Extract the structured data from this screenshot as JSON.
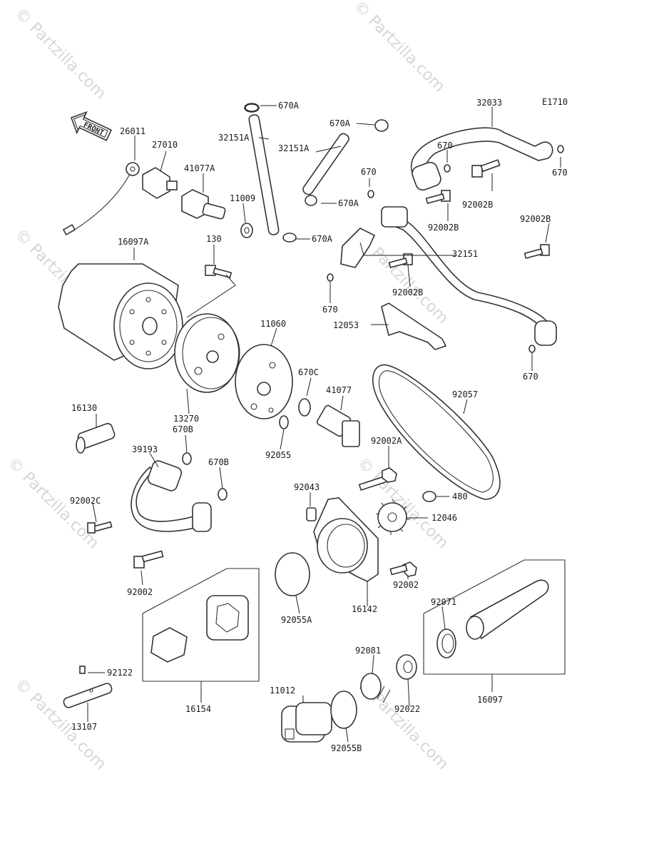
{
  "diagram_code": "E1710",
  "front_arrow_label": "FRONT",
  "watermarks": [
    "© Partzilla.com",
    "© Partzilla.com",
    "© Partzilla.com",
    "© Partzilla.com",
    "© Partzilla.com",
    "© Partzilla.com",
    "© Partzilla.com",
    "© Partzilla.com"
  ],
  "parts": [
    {
      "id": "26011",
      "label": "26011"
    },
    {
      "id": "27010",
      "label": "27010"
    },
    {
      "id": "41077A",
      "label": "41077A"
    },
    {
      "id": "11009",
      "label": "11009"
    },
    {
      "id": "16097A",
      "label": "16097A"
    },
    {
      "id": "130",
      "label": "130"
    },
    {
      "id": "32151A_1",
      "label": "32151A"
    },
    {
      "id": "670A_1",
      "label": "670A"
    },
    {
      "id": "670A_2",
      "label": "670A"
    },
    {
      "id": "32151A_2",
      "label": "32151A"
    },
    {
      "id": "670A_3",
      "label": "670A"
    },
    {
      "id": "670A_4",
      "label": "670A"
    },
    {
      "id": "670_1",
      "label": "670"
    },
    {
      "id": "32033",
      "label": "32033"
    },
    {
      "id": "670_2",
      "label": "670"
    },
    {
      "id": "670_3",
      "label": "670"
    },
    {
      "id": "92002B_1",
      "label": "92002B"
    },
    {
      "id": "92002B_2",
      "label": "92002B"
    },
    {
      "id": "92002B_3",
      "label": "92002B"
    },
    {
      "id": "32151",
      "label": "32151"
    },
    {
      "id": "92002B_4",
      "label": "92002B"
    },
    {
      "id": "670_4",
      "label": "670"
    },
    {
      "id": "12053",
      "label": "12053"
    },
    {
      "id": "670_5",
      "label": "670"
    },
    {
      "id": "11060",
      "label": "11060"
    },
    {
      "id": "13270",
      "label": "13270"
    },
    {
      "id": "670C",
      "label": "670C"
    },
    {
      "id": "41077",
      "label": "41077"
    },
    {
      "id": "92057",
      "label": "92057"
    },
    {
      "id": "16130",
      "label": "16130"
    },
    {
      "id": "670B_1",
      "label": "670B"
    },
    {
      "id": "39193",
      "label": "39193"
    },
    {
      "id": "670B_2",
      "label": "670B"
    },
    {
      "id": "92055",
      "label": "92055"
    },
    {
      "id": "92002A",
      "label": "92002A"
    },
    {
      "id": "92043",
      "label": "92043"
    },
    {
      "id": "480",
      "label": "480"
    },
    {
      "id": "12046",
      "label": "12046"
    },
    {
      "id": "92002C",
      "label": "92002C"
    },
    {
      "id": "92002_1",
      "label": "92002"
    },
    {
      "id": "92002_2",
      "label": "92002"
    },
    {
      "id": "16142",
      "label": "16142"
    },
    {
      "id": "92055A",
      "label": "92055A"
    },
    {
      "id": "92071",
      "label": "92071"
    },
    {
      "id": "92122",
      "label": "92122"
    },
    {
      "id": "16154",
      "label": "16154"
    },
    {
      "id": "92081",
      "label": "92081"
    },
    {
      "id": "11012",
      "label": "11012"
    },
    {
      "id": "92022",
      "label": "92022"
    },
    {
      "id": "16097",
      "label": "16097"
    },
    {
      "id": "13107",
      "label": "13107"
    },
    {
      "id": "92055B",
      "label": "92055B"
    }
  ]
}
